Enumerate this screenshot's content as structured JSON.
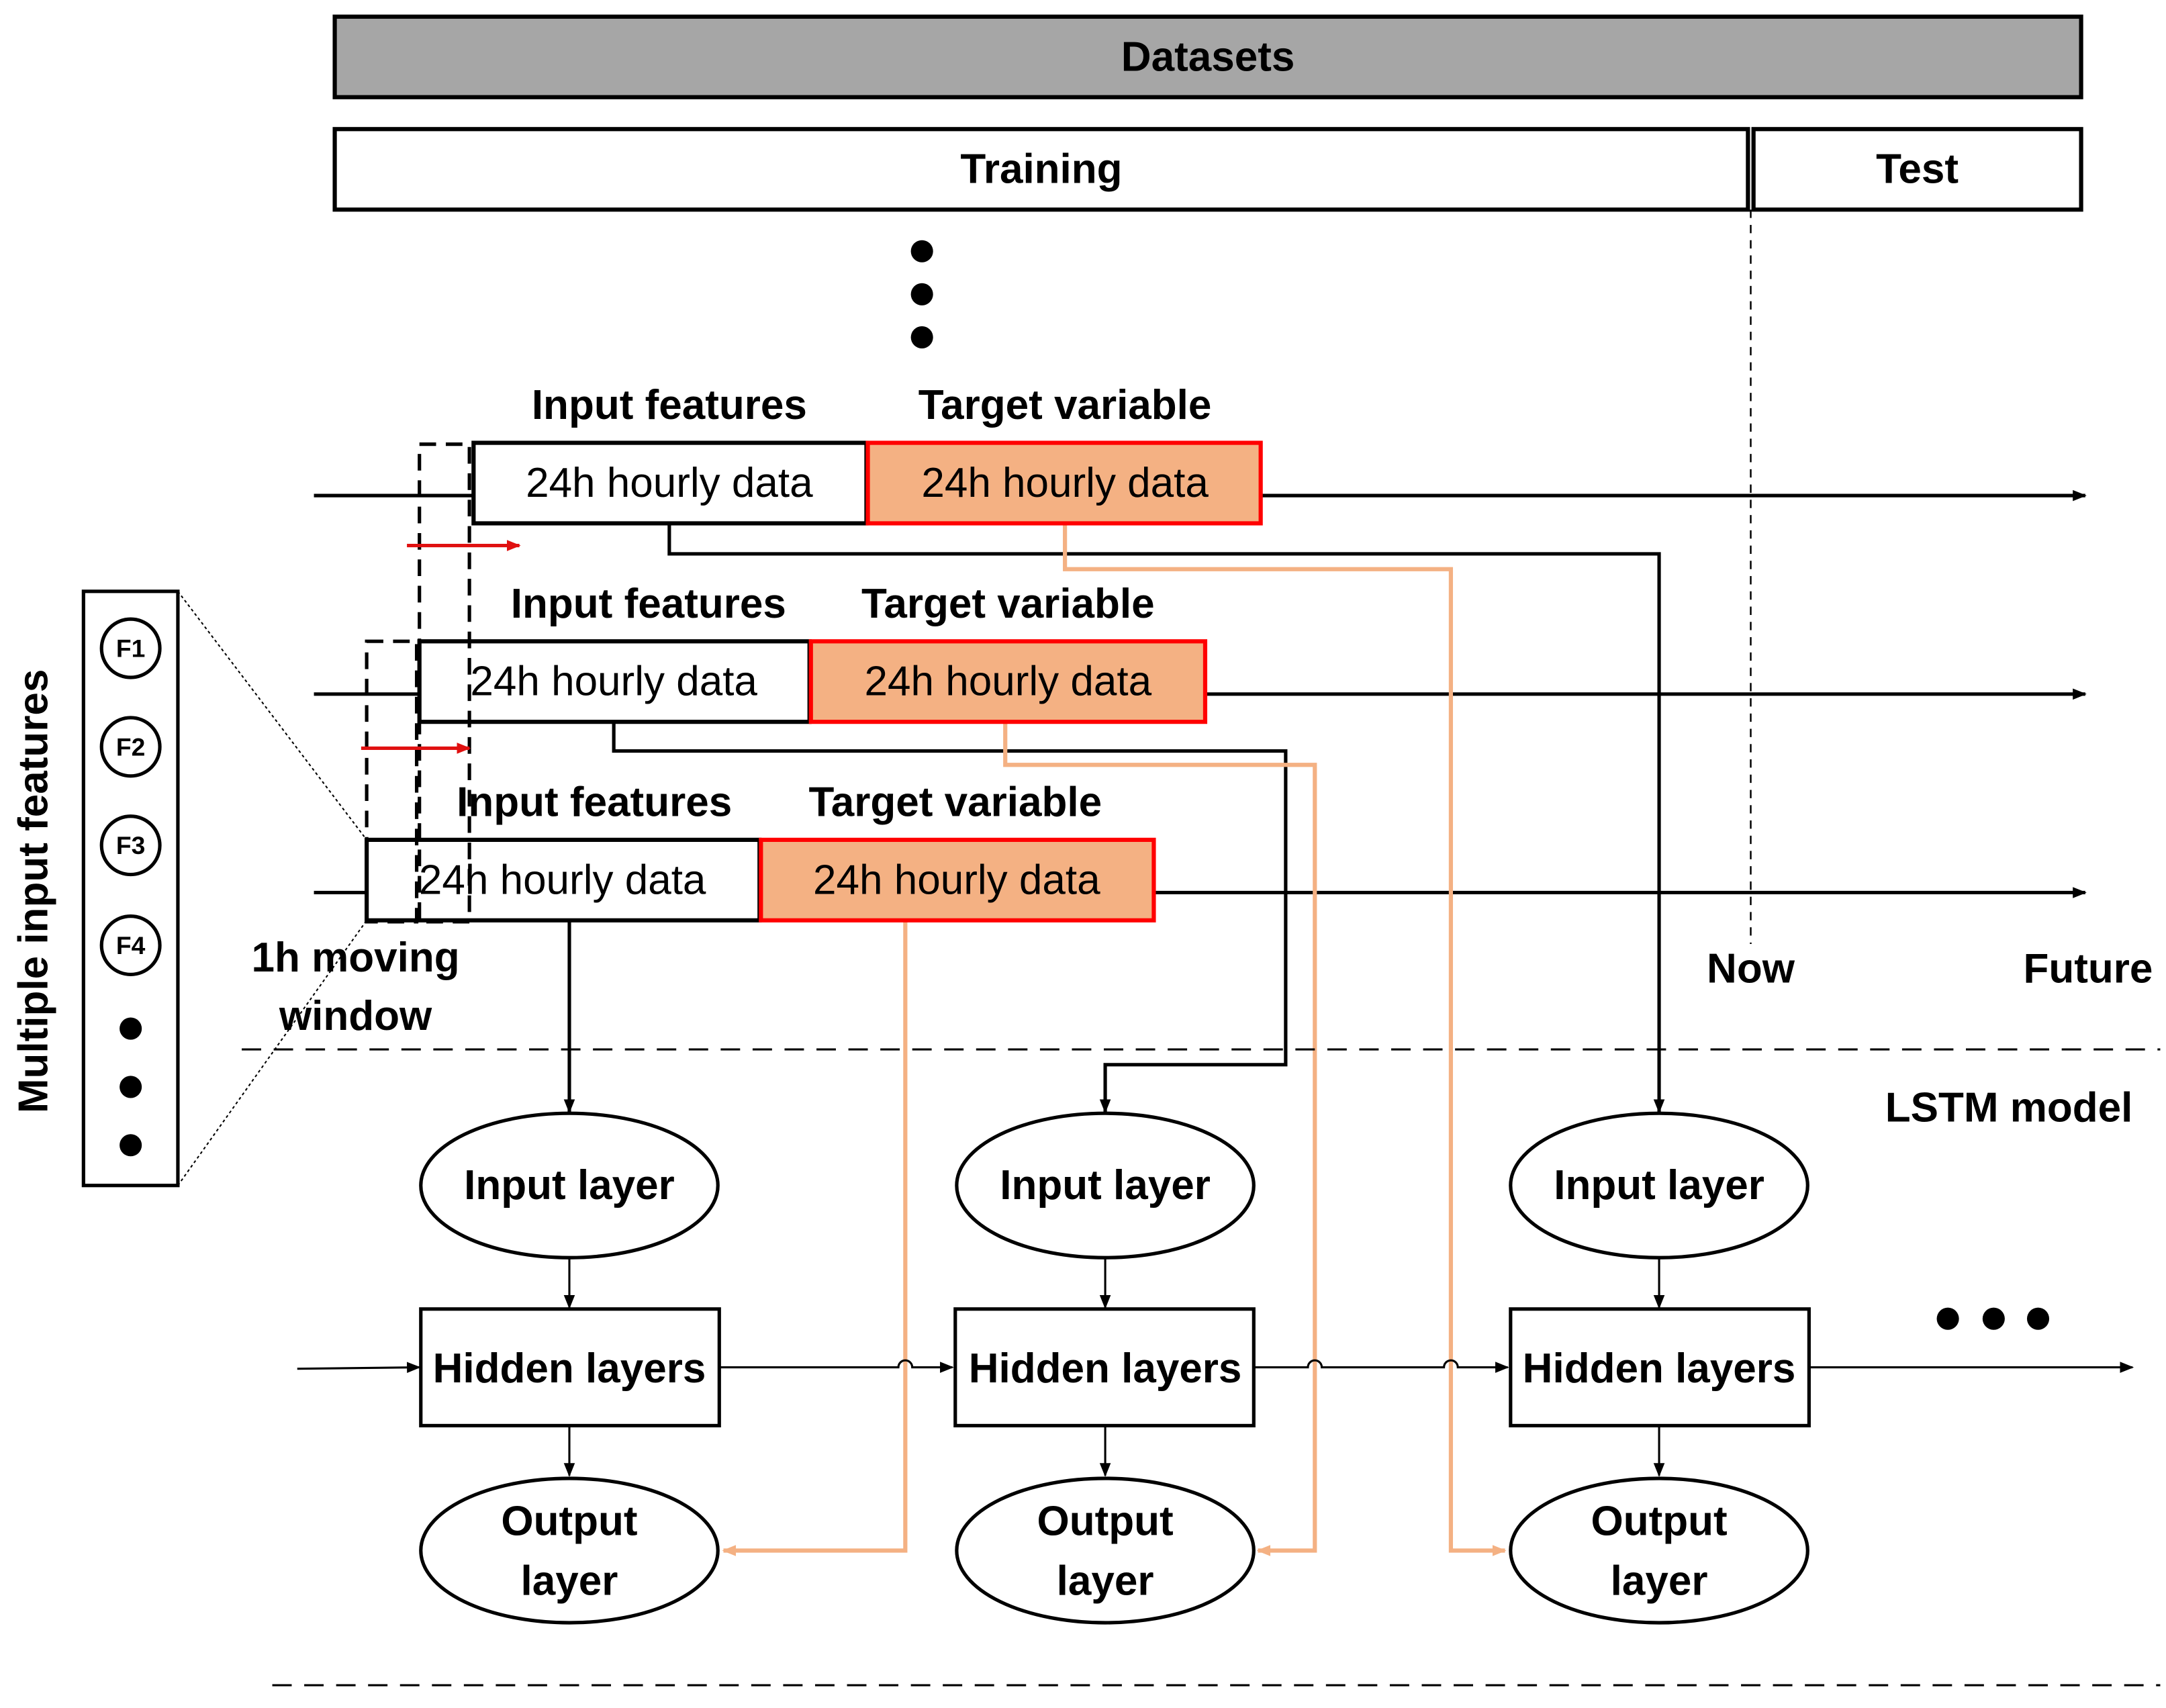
{
  "datasets": {
    "label": "Datasets"
  },
  "split": {
    "training": "Training",
    "test": "Test"
  },
  "windows": [
    {
      "input_title": "Input features",
      "target_title": "Target variable",
      "input_text": "24h hourly data",
      "target_text": "24h hourly data"
    },
    {
      "input_title": "Input features",
      "target_title": "Target variable",
      "input_text": "24h hourly data",
      "target_text": "24h hourly data"
    },
    {
      "input_title": "Input features",
      "target_title": "Target variable",
      "input_text": "24h hourly data",
      "target_text": "24h hourly data"
    }
  ],
  "features": {
    "side_label": "Multiple input features",
    "items": [
      "F1",
      "F2",
      "F3",
      "F4"
    ]
  },
  "moving_window": {
    "line1": "1h moving",
    "line2": "window"
  },
  "timeline": {
    "now": "Now",
    "future": "Future"
  },
  "model": {
    "label": "LSTM model",
    "input_layer": "Input layer",
    "hidden_layers": "Hidden layers",
    "output_line1": "Output",
    "output_line2": "layer"
  },
  "colors": {
    "dataset_bar": "#a6a6a6",
    "target_fill": "#f4b183",
    "target_border": "#ff0000",
    "target_arrow": "#f4b183",
    "shift_arrow": "#e01010",
    "line": "#000000"
  }
}
